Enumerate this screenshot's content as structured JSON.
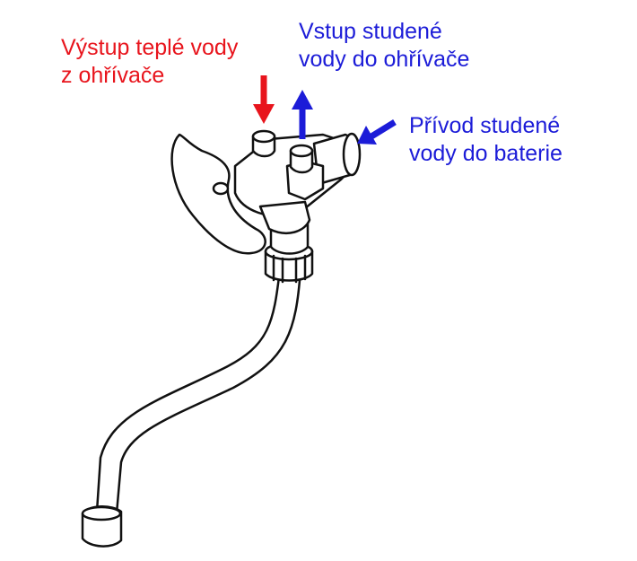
{
  "labels": {
    "hot_outlet": {
      "line1": "Výstup teplé vody",
      "line2": "z ohřívače"
    },
    "cold_inlet_heater": {
      "line1": "Vstup studené",
      "line2": "vody do ohřívače"
    },
    "cold_supply_tap": {
      "line1": "Přívod studené",
      "line2": "vody do baterie"
    }
  },
  "colors": {
    "hot": "#e8141c",
    "cold": "#1c1cd8",
    "line": "#111111"
  }
}
